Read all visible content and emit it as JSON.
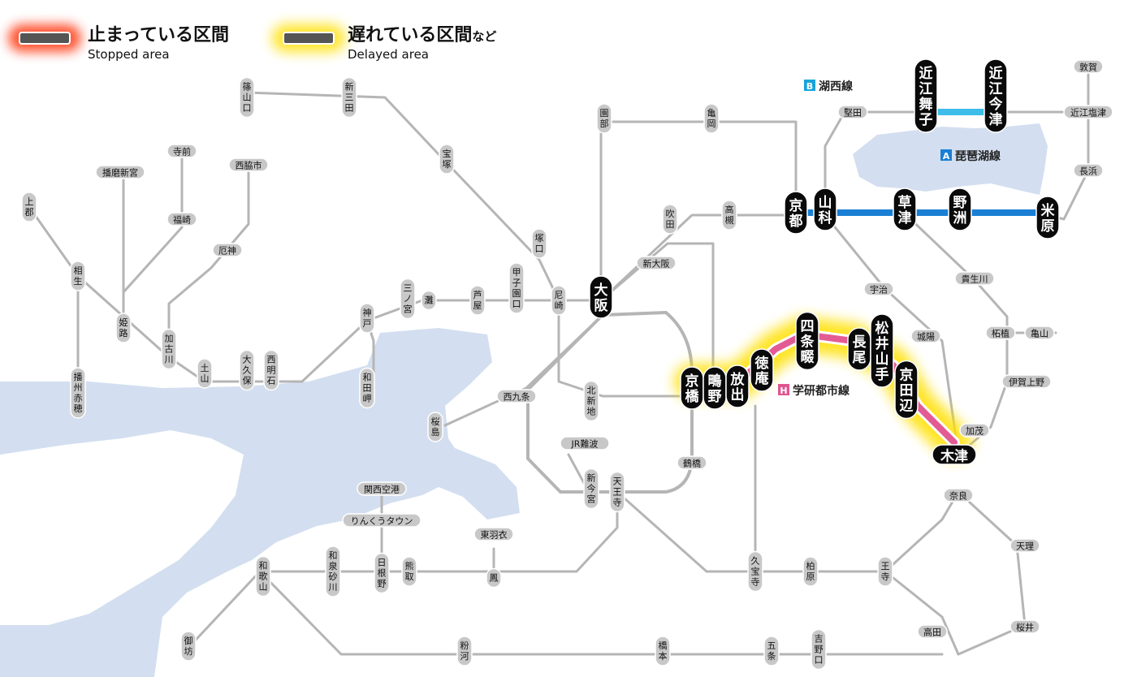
{
  "legend": {
    "stopped_title": "止まっている区間",
    "stopped_sub": "Stopped area",
    "delayed_title": "遅れている区間",
    "delayed_suffix": "など",
    "delayed_sub": "Delayed area"
  },
  "line_labels": {
    "kosei": {
      "badge": "B",
      "name": "湖西線",
      "color": "#1aa3d9"
    },
    "biwako": {
      "badge": "A",
      "name": "琵琶湖線",
      "color": "#1a7fd4"
    },
    "gakken": {
      "badge": "H",
      "name": "学研都市線",
      "color": "#e0558f"
    }
  },
  "colors": {
    "sea": "#d3dff0",
    "track": "#b5b5b5",
    "stopped_glow": "#ff2a00",
    "delayed_glow": "#ffe000",
    "biwako_line": "#1a7fd4",
    "kosei_line": "#3dbde8",
    "gakken_line": "#e35b93"
  },
  "stations": {
    "omi_maiko": "近江舞子",
    "omi_imazu": "近江今津",
    "tsuruga": "敦賀",
    "omi_shiotsu": "近江塩津",
    "nagahama": "長浜",
    "katata": "堅田",
    "kyoto": "京都",
    "yamashina": "山科",
    "kusatsu": "草津",
    "yasu": "野洲",
    "maibara": "米原",
    "takatsuki": "高槻",
    "suita": "吹田",
    "shin_osaka": "新大阪",
    "osaka": "大阪",
    "amagasaki": "尼崎",
    "koshienguchi": "甲子園口",
    "ashiya": "芦屋",
    "nada": "灘",
    "sannomiya": "三ノ宮",
    "kobe": "神戸",
    "wadamisaki": "和田岬",
    "nishi_akashi": "西明石",
    "okubo": "大久保",
    "tsuchiyama": "土山",
    "kakogawa": "加古川",
    "himeji": "姫路",
    "aioi": "相生",
    "kamigori": "上郡",
    "banshu_ako": "播州赤穂",
    "harima_shingu": "播磨新宮",
    "teramae": "寺前",
    "fukusaki": "福崎",
    "nishiwakishi": "西脇市",
    "yakujin": "厄神",
    "sasayamaguchi": "篠山口",
    "shin_sanda": "新三田",
    "takarazuka": "宝塚",
    "tsukaguchi": "塚口",
    "sonobe": "園部",
    "kameoka": "亀岡",
    "kitashinchi": "北新地",
    "nishikujo": "西九条",
    "sakurajima": "桜島",
    "jr_namba": "JR難波",
    "shin_imamiya": "新今宮",
    "tennoji": "天王寺",
    "tsuruhashi": "鶴橋",
    "kyobashi": "京橋",
    "shigino": "鴫野",
    "hanaten": "放出",
    "tokuan": "徳庵",
    "shijonawate": "四条畷",
    "nagao": "長尾",
    "matsuiyamate": "松井山手",
    "kyotanabe": "京田辺",
    "kizu": "木津",
    "uji": "宇治",
    "joyo": "城陽",
    "kibukawa": "貴生川",
    "tsuge": "柘植",
    "kameyama": "亀山",
    "iga_ueno": "伊賀上野",
    "kamo": "加茂",
    "nara": "奈良",
    "tenri": "天理",
    "sakurai": "桜井",
    "oji": "王寺",
    "takada": "高田",
    "kashiwara": "柏原",
    "kyuhoji": "久宝寺",
    "ohtori": "鳳",
    "higashi_hagoromo": "東羽衣",
    "kansai_airport": "関西空港",
    "rinku_town": "りんくうタウン",
    "hineno": "日根野",
    "kumatori": "熊取",
    "izumisunagawa": "和泉砂川",
    "wakayama": "和歌山",
    "gobo": "御坊",
    "kokawa": "粉河",
    "hashimoto": "橋本",
    "gojo": "五条",
    "yoshinoguchi": "吉野口"
  }
}
